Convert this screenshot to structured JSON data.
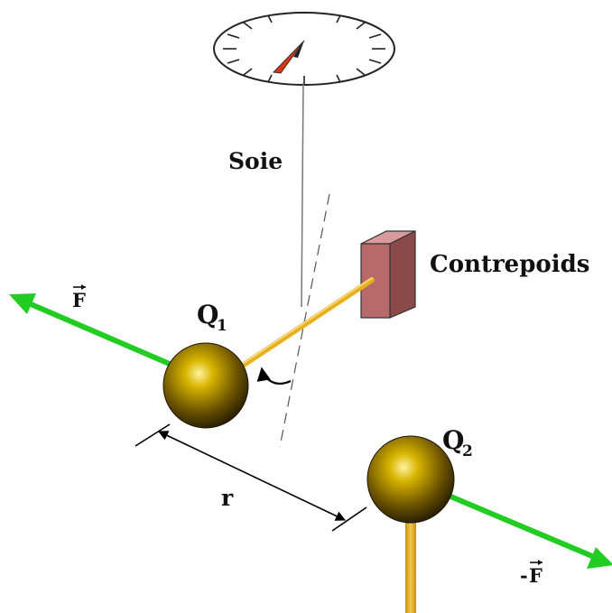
{
  "labels": {
    "silk": "Soie",
    "counterweight": "Contrepoids",
    "force": "F",
    "force_neg_sign": "-",
    "force_neg": "F",
    "charge1": "Q",
    "charge1_sub": "1",
    "charge2": "Q",
    "charge2_sub": "2",
    "distance": "r"
  },
  "colors": {
    "force_arrow": "#22cc22",
    "rod": "#e8b020",
    "counterweight": "#b86a6a",
    "needle": "#dd3311",
    "sphere": "#d4b000"
  }
}
